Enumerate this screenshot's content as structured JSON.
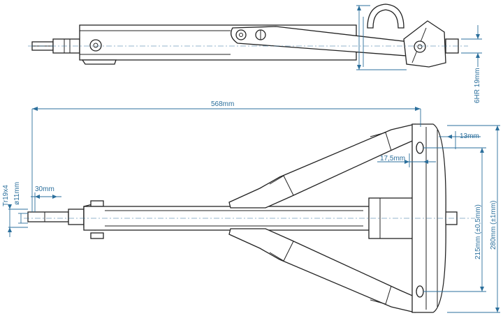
{
  "colors": {
    "line": "#222222",
    "dimension": "#2b6f9c",
    "background": "#ffffff"
  },
  "dimensions": {
    "total_length": "568mm",
    "mount_width_13": "13mm",
    "mount_offset_17_5": "17,5mm",
    "tube_end_30": "30mm",
    "thread": "Tr19x4",
    "shaft_diameter": "ø11mm",
    "hole_spacing_215": "215mm (±0,5mm)",
    "width_280": "280mm (±1mm)",
    "bar_height_6hr": "6HR 19mm"
  }
}
